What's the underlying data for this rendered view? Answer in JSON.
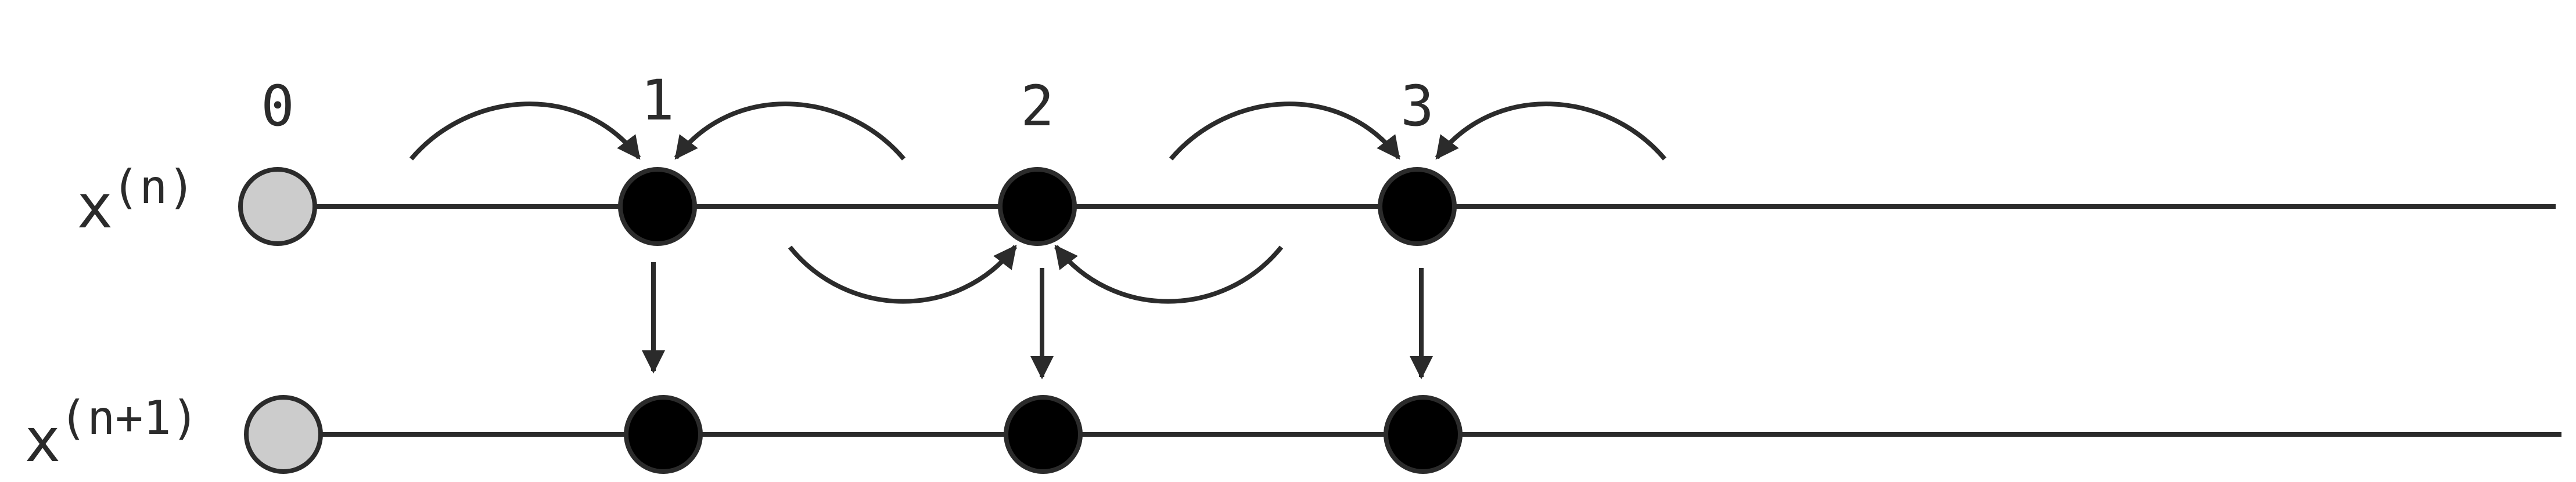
{
  "diagram": {
    "index_labels": [
      "0",
      "1",
      "2",
      "3"
    ],
    "rows": [
      {
        "base": "x",
        "superscript": "(n)"
      },
      {
        "base": "x",
        "superscript": "(n+1)"
      }
    ]
  },
  "colors": {
    "stroke": "#2b2b2b",
    "node_fill": "#000000",
    "boundary_fill": "#cccccc",
    "background": "#ffffff"
  }
}
